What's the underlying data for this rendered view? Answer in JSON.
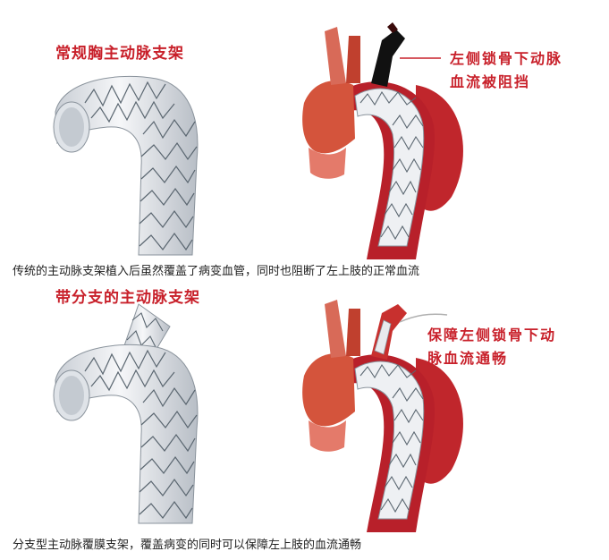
{
  "top_panel": {
    "stent_title": "常规胸主动脉支架",
    "annotation_line1": "左侧锁骨下动脉",
    "annotation_line2": "血流被阻挡",
    "caption": "传统的主动脉支架植入后虽然覆盖了病变血管，同时也阻断了左上肢的正常血流"
  },
  "bottom_panel": {
    "stent_title": "带分支的主动脉支架",
    "annotation_line1": "保障左侧锁骨下动",
    "annotation_line2": "脉血流通畅",
    "caption": "分支型主动脉覆膜支架，覆盖病变的同时可以保障左上肢的血流通畅"
  },
  "colors": {
    "label_red": "#c8202a",
    "artery_red": "#b8202a",
    "artery_light": "#e47a6a",
    "stent_fill": "#eef0f3",
    "stent_wire": "#5a6670",
    "blocked": "#111111"
  }
}
